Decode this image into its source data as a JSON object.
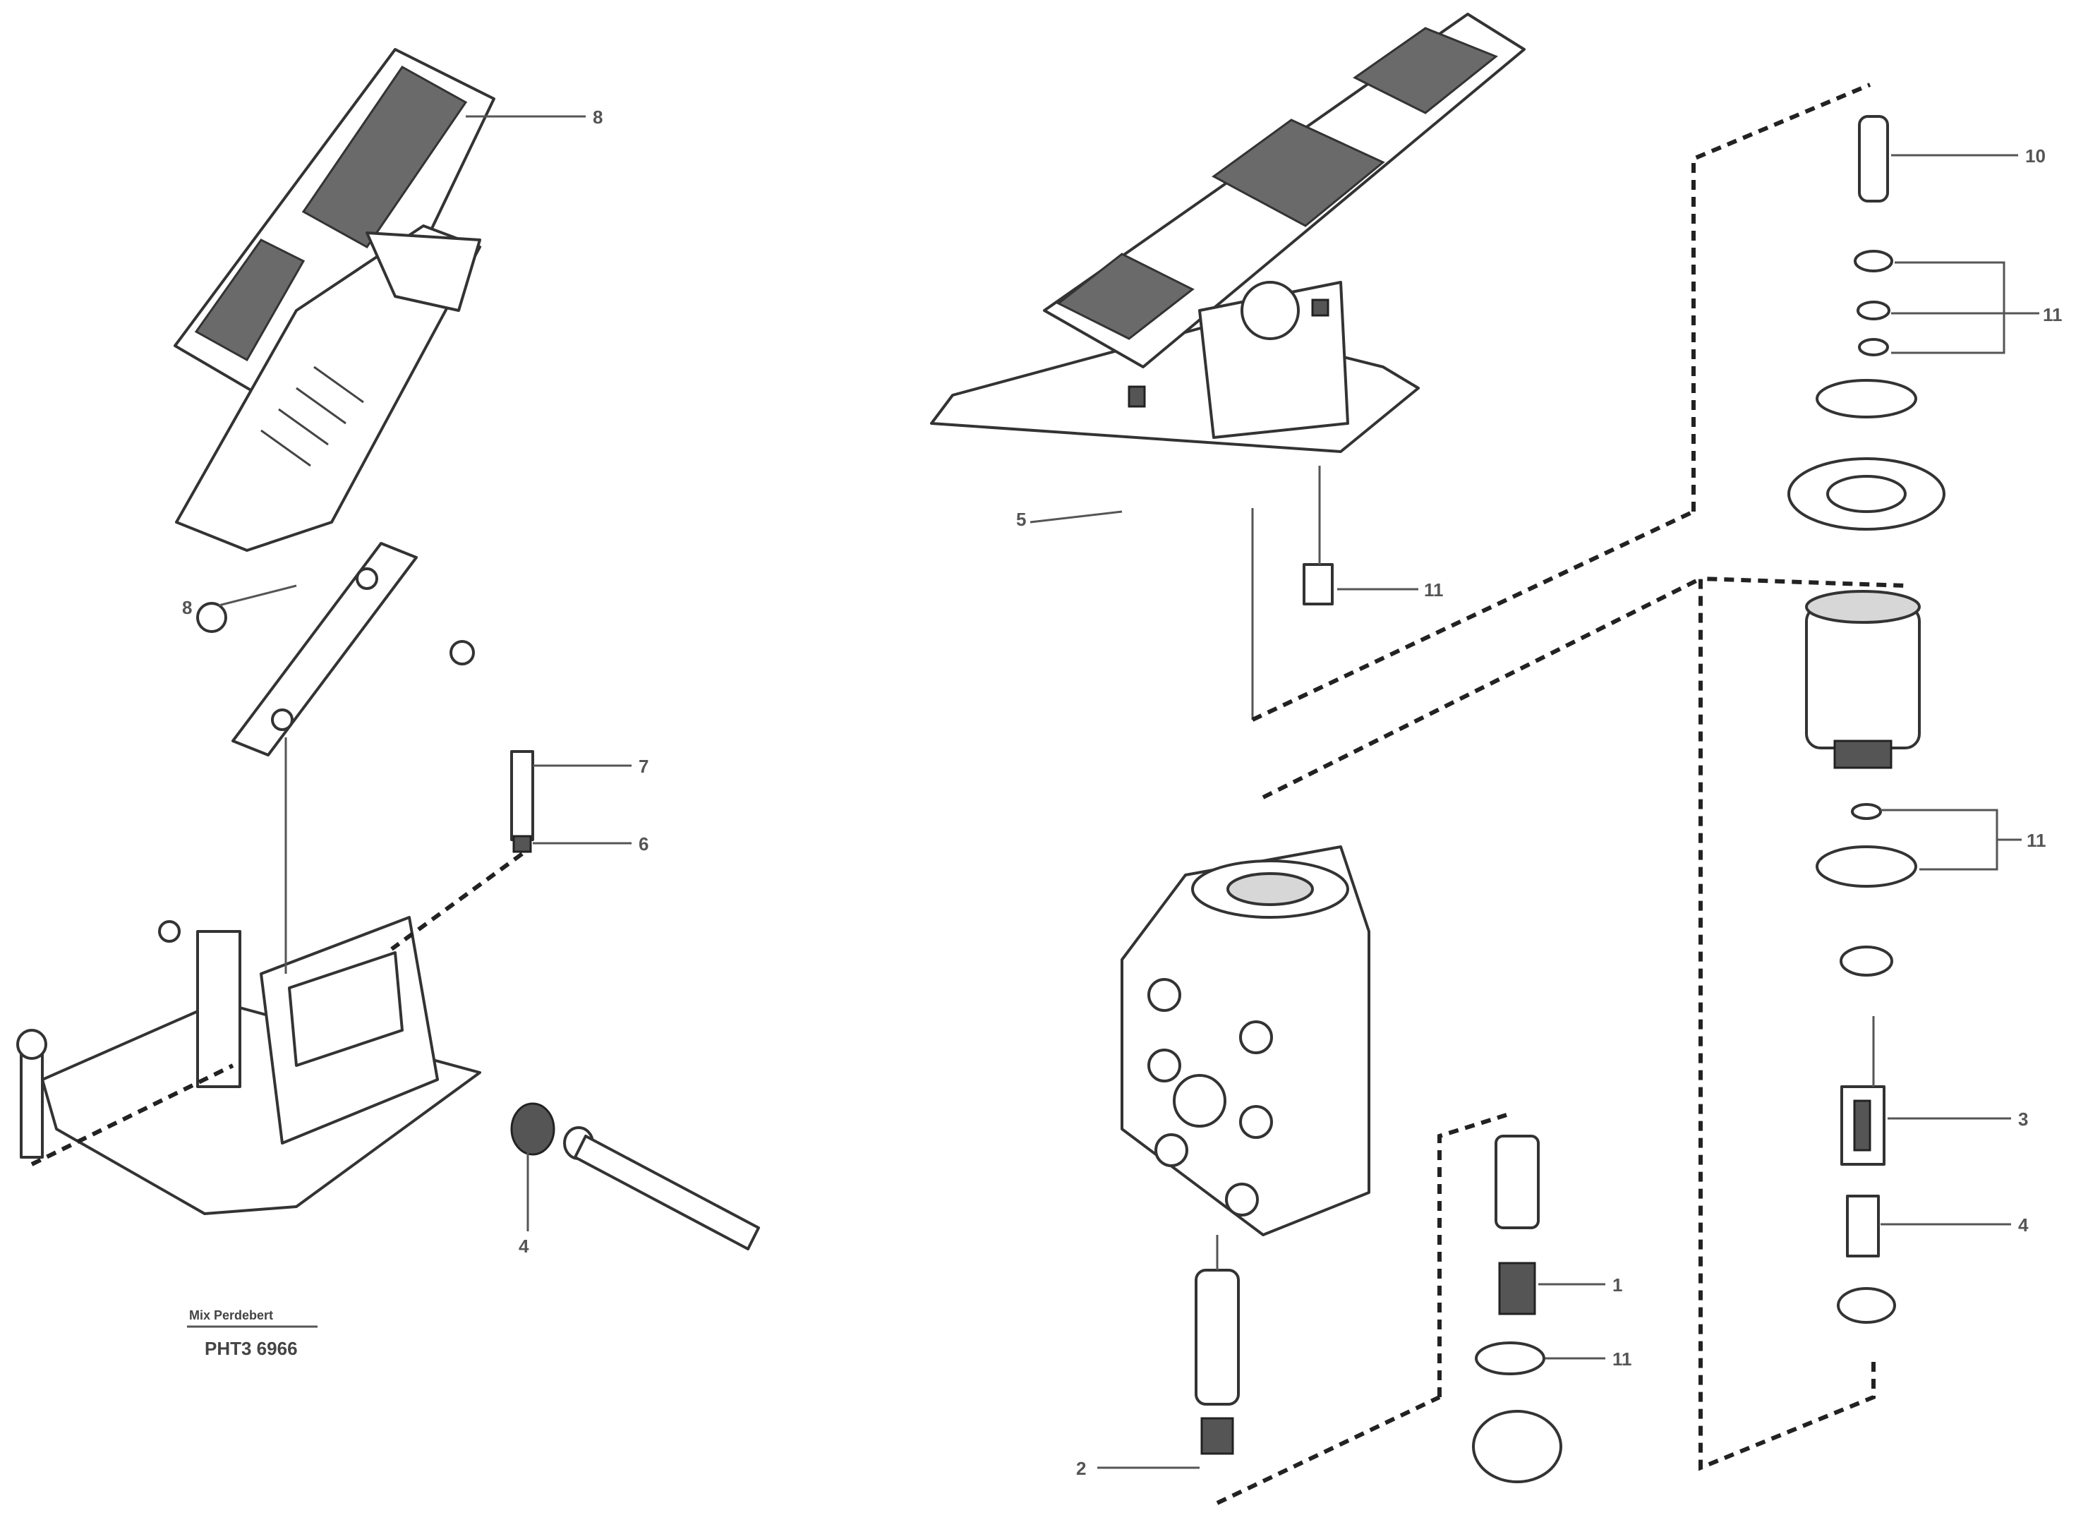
{
  "callouts": {
    "c_top_left": "8",
    "c_left_8b": "8",
    "c_left_7": "7",
    "c_left_6": "6",
    "c_left_4": "4",
    "c_mid_5": "5",
    "c_mid_11": "11",
    "c_right_10": "10",
    "c_right_11a": "11",
    "c_right_11b": "11",
    "c_right_3": "3",
    "c_right_4": "4",
    "c_bot_1": "1",
    "c_bot_11": "11",
    "c_bot_2": "2"
  },
  "reference": {
    "small_line": "Mix Perdebert",
    "code": "PHT3 6966"
  }
}
